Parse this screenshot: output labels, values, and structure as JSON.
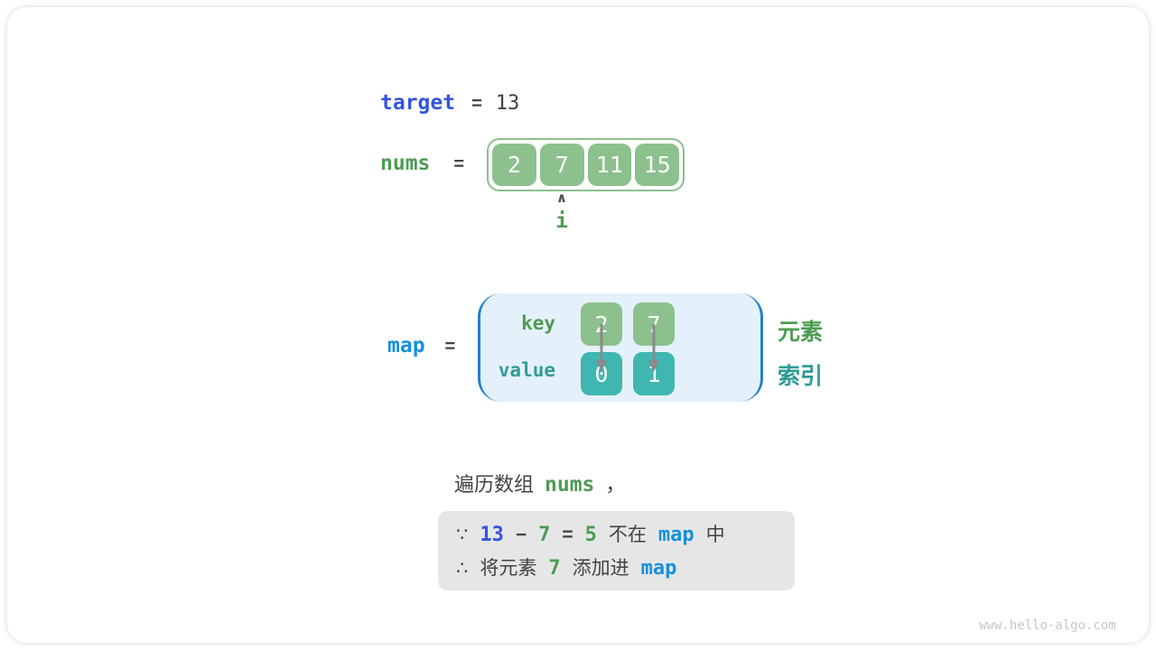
{
  "colors": {
    "green-fill": "#8CC08D",
    "teal-fill": "#3FB6B0",
    "green-text": "#4D9C53",
    "teal-text": "#2F9C96",
    "indigo-text": "#3354DC",
    "blue-text": "#1690DC",
    "dark-text": "#3F4347",
    "bracket-blue": "#1F7FD1",
    "map-bg": "#E4F1FA",
    "note-bg": "#E6E6E6",
    "arrow-gray": "#8A8A8A",
    "watermark-gray": "#C6C6C6"
  },
  "target_line": {
    "label": "target",
    "equals": "=",
    "value": "13"
  },
  "nums_line": {
    "label": "nums",
    "equals": "="
  },
  "nums_array": {
    "values": [
      "2",
      "7",
      "11",
      "15"
    ],
    "pointer_index": 1,
    "pointer_caret": "∧",
    "pointer_label": "i"
  },
  "map_section": {
    "label": "map",
    "equals": "=",
    "key_label": "key",
    "value_label": "value",
    "keys": [
      "2",
      "7"
    ],
    "values": [
      "0",
      "1"
    ],
    "element_label": "元素",
    "index_label": "索引"
  },
  "sentence": {
    "segments": [
      {
        "t": "遍历数组",
        "cls": "c-dark"
      },
      {
        "t": "nums",
        "cls": "c-green mono b"
      },
      {
        "t": "，",
        "cls": "c-dark"
      }
    ]
  },
  "note_box": {
    "lines": [
      [
        {
          "t": "∵",
          "cls": "c-dark"
        },
        {
          "t": "13",
          "cls": "c-indigo mono b"
        },
        {
          "t": "−",
          "cls": "c-dark b"
        },
        {
          "t": "7",
          "cls": "c-green mono b"
        },
        {
          "t": "=",
          "cls": "c-dark b"
        },
        {
          "t": "5",
          "cls": "c-green mono b"
        },
        {
          "t": "不在",
          "cls": "c-dark"
        },
        {
          "t": "map",
          "cls": "c-blue mono b"
        },
        {
          "t": "中",
          "cls": "c-dark"
        }
      ],
      [
        {
          "t": "∴",
          "cls": "c-dark"
        },
        {
          "t": "将元素",
          "cls": "c-dark"
        },
        {
          "t": "7",
          "cls": "c-green mono b"
        },
        {
          "t": "添加进",
          "cls": "c-dark"
        },
        {
          "t": "map",
          "cls": "c-blue mono b"
        }
      ]
    ]
  },
  "watermark": "www.hello-algo.com"
}
